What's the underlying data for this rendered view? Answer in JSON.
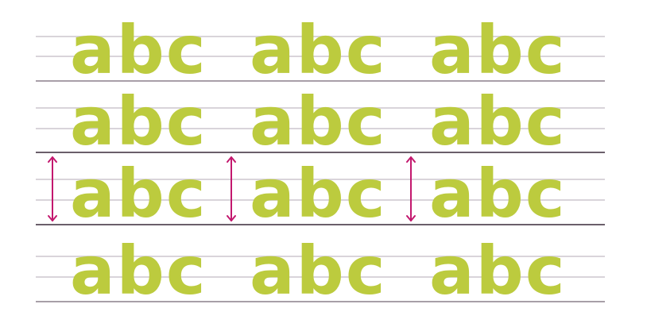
{
  "text_color": "#bccb3e",
  "arrow_color": "#c3186e",
  "rows": [
    {
      "cells": [
        "abc",
        "abc",
        "abc"
      ]
    },
    {
      "cells": [
        "abc",
        "abc",
        "abc"
      ]
    },
    {
      "cells": [
        "abc",
        "abc",
        "abc"
      ],
      "has_arrows": true
    },
    {
      "cells": [
        "abc",
        "abc",
        "abc"
      ]
    }
  ]
}
